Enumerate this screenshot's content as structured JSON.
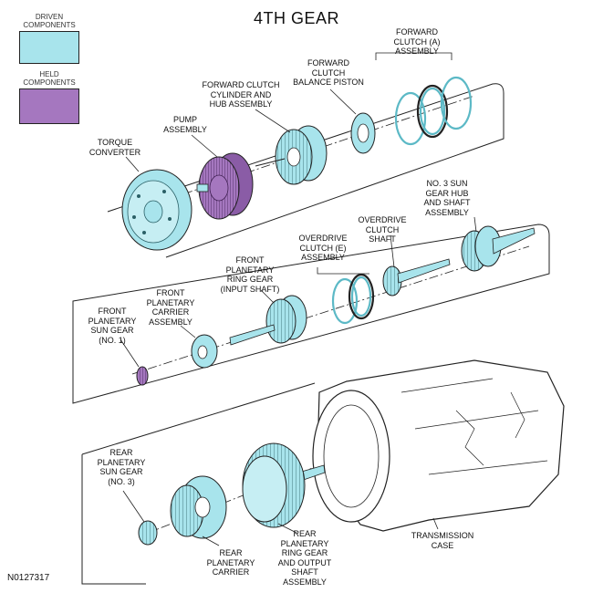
{
  "title": "4TH GEAR",
  "legend": {
    "driven_label": "DRIVEN\nCOMPONENTS",
    "held_label": "HELD\nCOMPONENTS",
    "driven_color": "#a8e4ec",
    "held_color": "#a577bf"
  },
  "figure_id": "N0127317",
  "labels": {
    "forward_clutch_a": "FORWARD\nCLUTCH (A)\nASSEMBLY",
    "forward_clutch_balance_piston": "FORWARD\nCLUTCH\nBALANCE PISTON",
    "forward_clutch_cylinder": "FORWARD CLUTCH\nCYLINDER AND\nHUB ASSEMBLY",
    "pump_assembly": "PUMP\nASSEMBLY",
    "torque_converter": "TORQUE\nCONVERTER",
    "no3_sun_gear_hub": "NO. 3 SUN\nGEAR HUB\nAND SHAFT\nASSEMBLY",
    "overdrive_clutch_shaft": "OVERDRIVE\nCLUTCH\nSHAFT",
    "overdrive_clutch_e": "OVERDRIVE\nCLUTCH (E)\nASSEMBLY",
    "front_planetary_ring_gear": "FRONT\nPLANETARY\nRING GEAR\n(INPUT SHAFT)",
    "front_planetary_carrier": "FRONT\nPLANETARY\nCARRIER\nASSEMBLY",
    "front_planetary_sun_gear": "FRONT\nPLANETARY\nSUN GEAR\n(NO. 1)",
    "rear_planetary_sun_gear": "REAR\nPLANETARY\nSUN GEAR\n(NO. 3)",
    "rear_planetary_carrier": "REAR\nPLANETARY\nCARRIER",
    "rear_planetary_ring_gear": "REAR\nPLANETARY\nRING GEAR\nAND OUTPUT\nSHAFT\nASSEMBLY",
    "transmission_case": "TRANSMISSION\nCASE"
  }
}
